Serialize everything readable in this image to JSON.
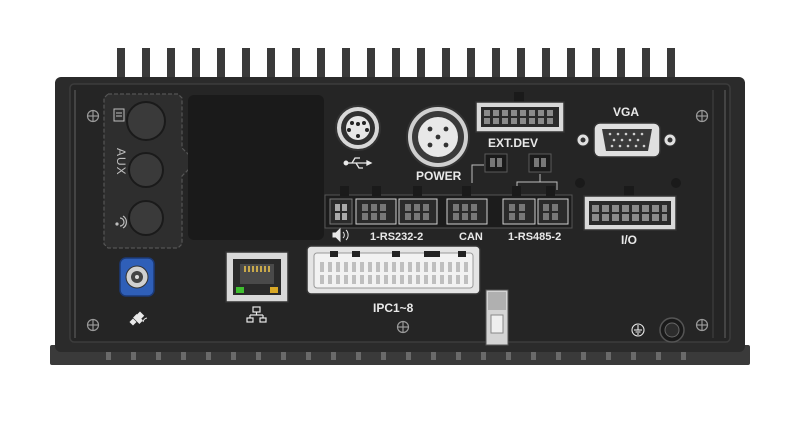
{
  "device": {
    "ports": {
      "vga": "VGA",
      "ext_dev": "EXT.DEV",
      "power": "POWER",
      "rs232": "1-RS232-2",
      "can": "CAN",
      "rs485": "1-RS485-2",
      "io": "I/O",
      "ipc": "IPC1~8",
      "aux": "AUX"
    },
    "icons": [
      "usb-icon",
      "speaker-icon",
      "wifi-icon",
      "document-icon",
      "gps-satellite-icon",
      "network-icon",
      "ground-icon"
    ],
    "colors": {
      "chassis": "#2b2b2b",
      "panel": "#1d1d1d",
      "connector": "#e4e4e4",
      "gps_connector": "#2f5fb8",
      "led_green": "#3fbf2f",
      "led_amber": "#d9a826"
    }
  }
}
